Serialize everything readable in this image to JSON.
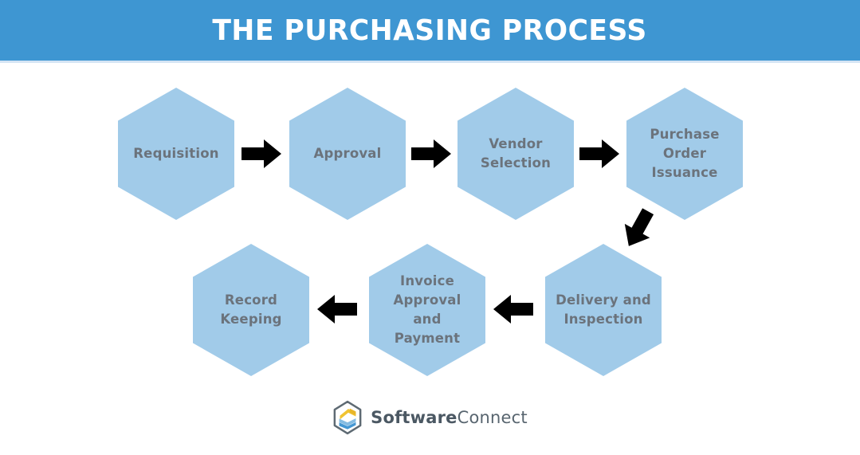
{
  "banner": {
    "title": "THE PURCHASING PROCESS",
    "background_color": "#3E96D2",
    "title_color": "#FFFFFF"
  },
  "diagram": {
    "shape": "hexagon",
    "hexagon_fill_color": "#A1CBE9",
    "label_color": "#6B737C",
    "arrow_color": "#000000",
    "steps": [
      {
        "order": 1,
        "label": "Requisition"
      },
      {
        "order": 2,
        "label": "Approval"
      },
      {
        "order": 3,
        "label": "Vendor Selection"
      },
      {
        "order": 4,
        "label": "Purchase Order Issuance"
      },
      {
        "order": 5,
        "label": "Delivery and Inspection"
      },
      {
        "order": 6,
        "label": "Invoice Approval and Payment"
      },
      {
        "order": 7,
        "label": "Record Keeping"
      }
    ],
    "arrows": [
      {
        "from": 1,
        "to": 2,
        "direction": "right"
      },
      {
        "from": 2,
        "to": 3,
        "direction": "right"
      },
      {
        "from": 3,
        "to": 4,
        "direction": "right"
      },
      {
        "from": 4,
        "to": 5,
        "direction": "down-left"
      },
      {
        "from": 5,
        "to": 6,
        "direction": "left"
      },
      {
        "from": 6,
        "to": 7,
        "direction": "left"
      }
    ]
  },
  "footer": {
    "logo_icon": "software-connect-hexagon-logo",
    "logo_text_bold": "Software",
    "logo_text_regular": "Connect",
    "logo_yellow": "#F0C332",
    "logo_light_blue": "#85BCE2",
    "logo_blue": "#4497D3",
    "logo_outline": "#5E6A73"
  }
}
